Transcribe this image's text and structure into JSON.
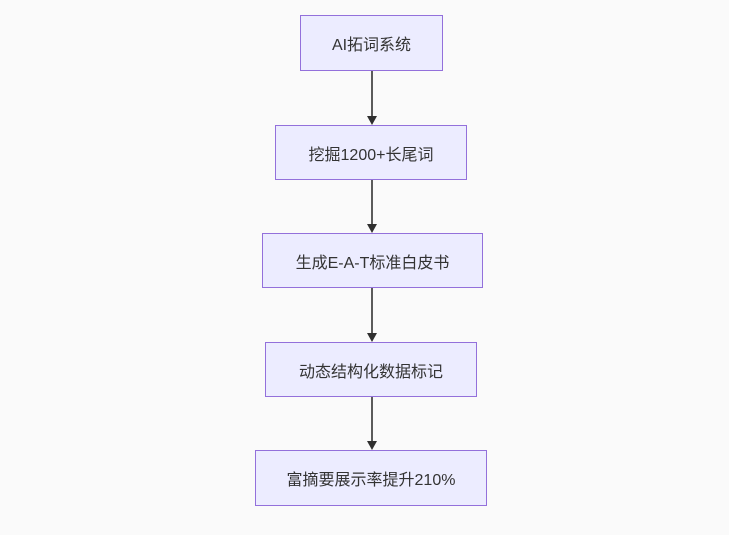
{
  "flowchart": {
    "type": "flowchart",
    "direction": "top-down",
    "nodes": [
      {
        "id": "A",
        "label": "AI拓词系统"
      },
      {
        "id": "B",
        "label": "挖掘1200+长尾词"
      },
      {
        "id": "C",
        "label": "生成E-A-T标准白皮书"
      },
      {
        "id": "D",
        "label": "动态结构化数据标记"
      },
      {
        "id": "E",
        "label": "富摘要展示率提升210%"
      }
    ],
    "edges": [
      {
        "from": "A",
        "to": "B",
        "style": "arrow-down"
      },
      {
        "from": "B",
        "to": "C",
        "style": "arrow-down"
      },
      {
        "from": "C",
        "to": "D",
        "style": "arrow-down"
      },
      {
        "from": "D",
        "to": "E",
        "style": "arrow-down"
      }
    ],
    "colors": {
      "node_fill": "#ececff",
      "node_border": "#9370db",
      "node_text": "#333333",
      "edge_line": "#5b5b5b",
      "edge_arrowhead": "#2f2f2f",
      "background": "#fafafa"
    }
  }
}
